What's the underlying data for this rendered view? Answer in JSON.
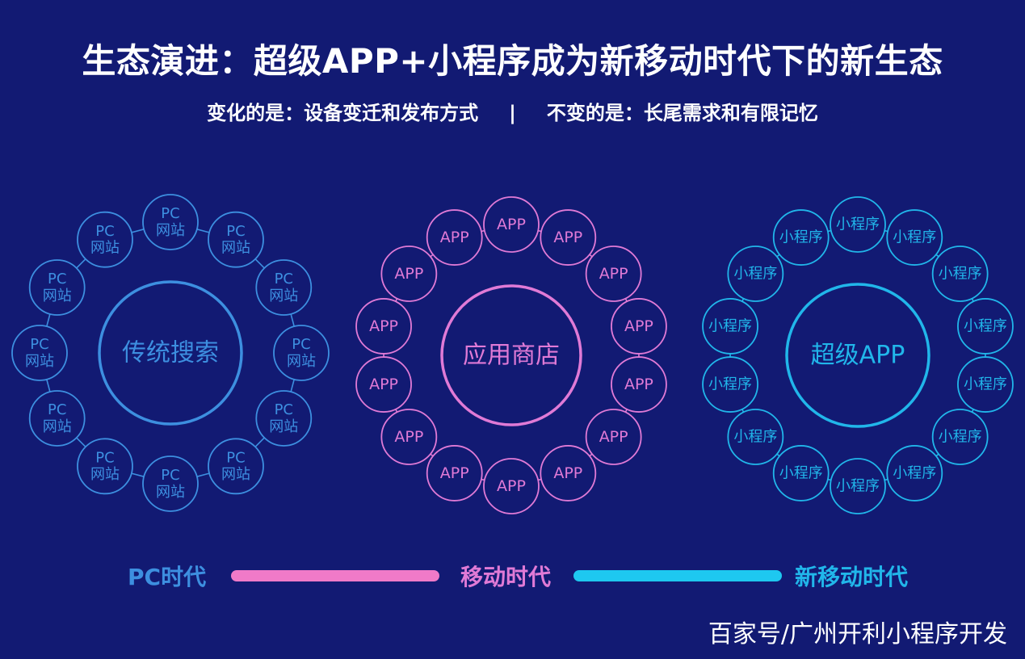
{
  "header": {
    "title": "生态演进：超级APP+小程序成为新移动时代下的新生态",
    "subtitle_left": "变化的是：设备变迁和发布方式",
    "separator": "|",
    "subtitle_right": "不变的是：长尾需求和有限记忆"
  },
  "clusters": [
    {
      "id": "pc",
      "center_label": "传统搜索",
      "node_label": [
        "PC",
        "网站"
      ],
      "node_count": 12,
      "color": "#3d8fe0"
    },
    {
      "id": "app-store",
      "center_label": "应用商店",
      "node_label": [
        "APP"
      ],
      "node_count": 14,
      "color": "#e07ad6"
    },
    {
      "id": "super-app",
      "center_label": "超级APP",
      "node_label": [
        "小程序"
      ],
      "node_count": 14,
      "color": "#21b6ea"
    }
  ],
  "timeline": {
    "eras": [
      {
        "label": "PC时代",
        "color": "#3d8fe0"
      },
      {
        "label": "移动时代",
        "color": "#e07ad6"
      },
      {
        "label": "新移动时代",
        "color": "#21b6ea"
      }
    ],
    "bars": [
      {
        "color": "#f07ac8"
      },
      {
        "color": "#1ec8f0"
      }
    ]
  },
  "watermark": "百家号/广州开利小程序开发"
}
